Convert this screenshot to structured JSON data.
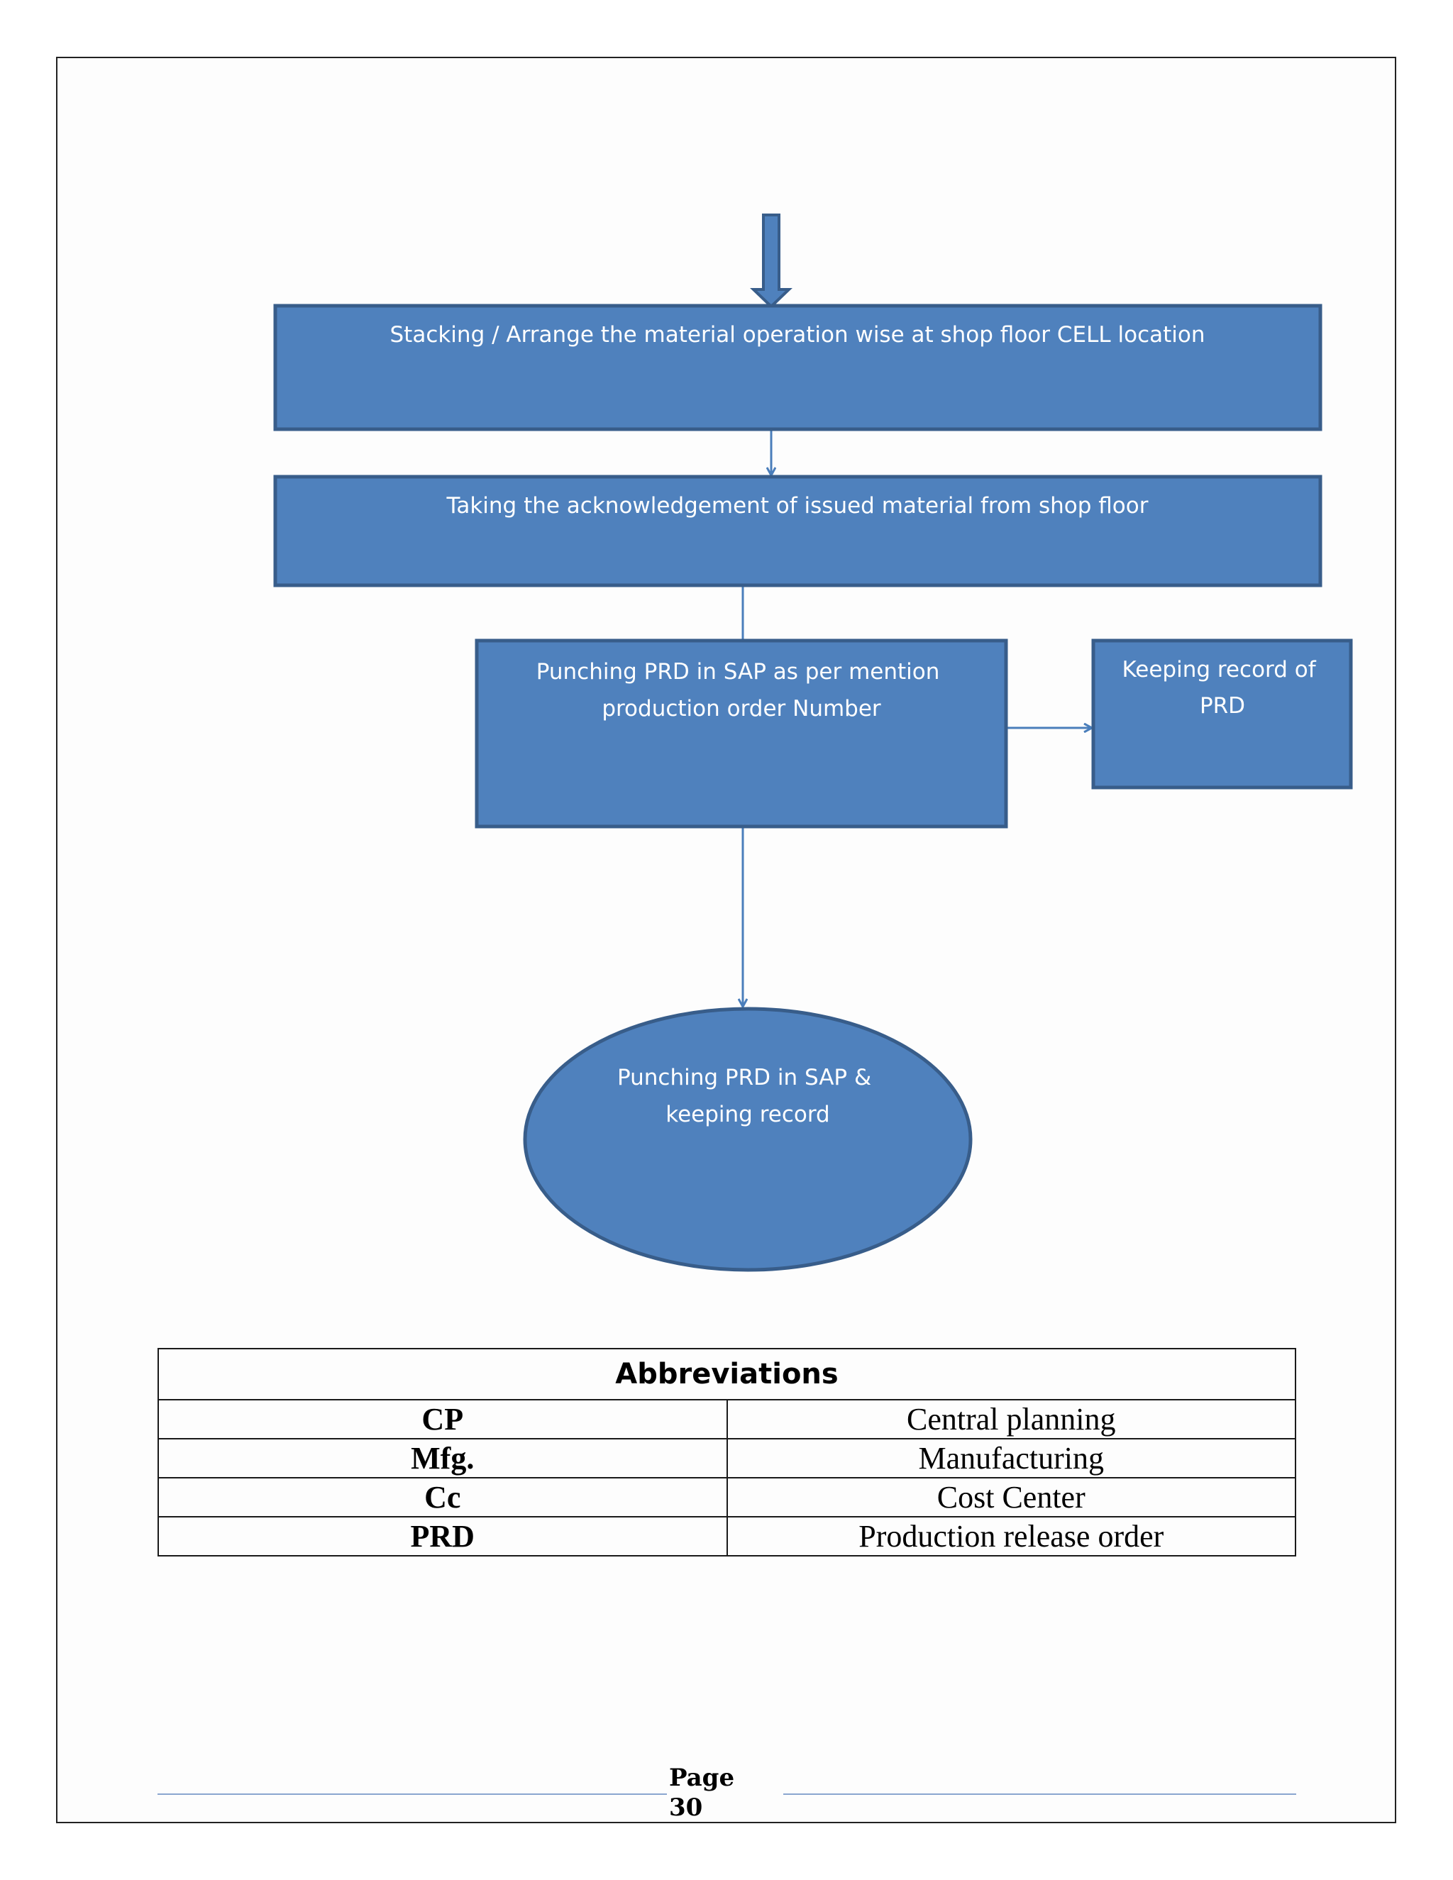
{
  "flowchart": {
    "colors": {
      "fill": "#4f81bd",
      "stroke": "#385d8a",
      "connector": "#4a7ebb",
      "text": "#ffffff"
    },
    "nodes": [
      {
        "id": "stacking",
        "shape": "rectangle",
        "text": "Stacking / Arrange the material operation wise at shop floor CELL location"
      },
      {
        "id": "acknowledgement",
        "shape": "rectangle",
        "text": "Taking the acknowledgement of issued material from shop floor"
      },
      {
        "id": "punching",
        "shape": "rectangle",
        "lines": [
          "Punching PRD in SAP as per mention",
          "production order Number"
        ]
      },
      {
        "id": "keeping-record",
        "shape": "rectangle",
        "lines": [
          "Keeping record of",
          "PRD"
        ]
      },
      {
        "id": "end",
        "shape": "ellipse",
        "lines": [
          "Punching PRD in SAP &",
          "keeping record"
        ]
      }
    ],
    "edges": [
      {
        "from": "incoming",
        "to": "stacking",
        "style": "block-arrow"
      },
      {
        "from": "stacking",
        "to": "acknowledgement",
        "style": "arrow"
      },
      {
        "from": "acknowledgement",
        "to": "punching",
        "style": "line"
      },
      {
        "from": "punching",
        "to": "keeping-record",
        "style": "arrow"
      },
      {
        "from": "punching",
        "to": "end",
        "style": "arrow"
      }
    ]
  },
  "abbreviations": {
    "title": "Abbreviations",
    "rows": [
      {
        "code": "CP",
        "meaning": "Central planning"
      },
      {
        "code": "Mfg.",
        "meaning": "Manufacturing"
      },
      {
        "code": "Cc",
        "meaning": "Cost Center"
      },
      {
        "code": "PRD",
        "meaning": "Production release order"
      }
    ]
  },
  "footer": {
    "page_word": "Page",
    "page_number": "30"
  }
}
